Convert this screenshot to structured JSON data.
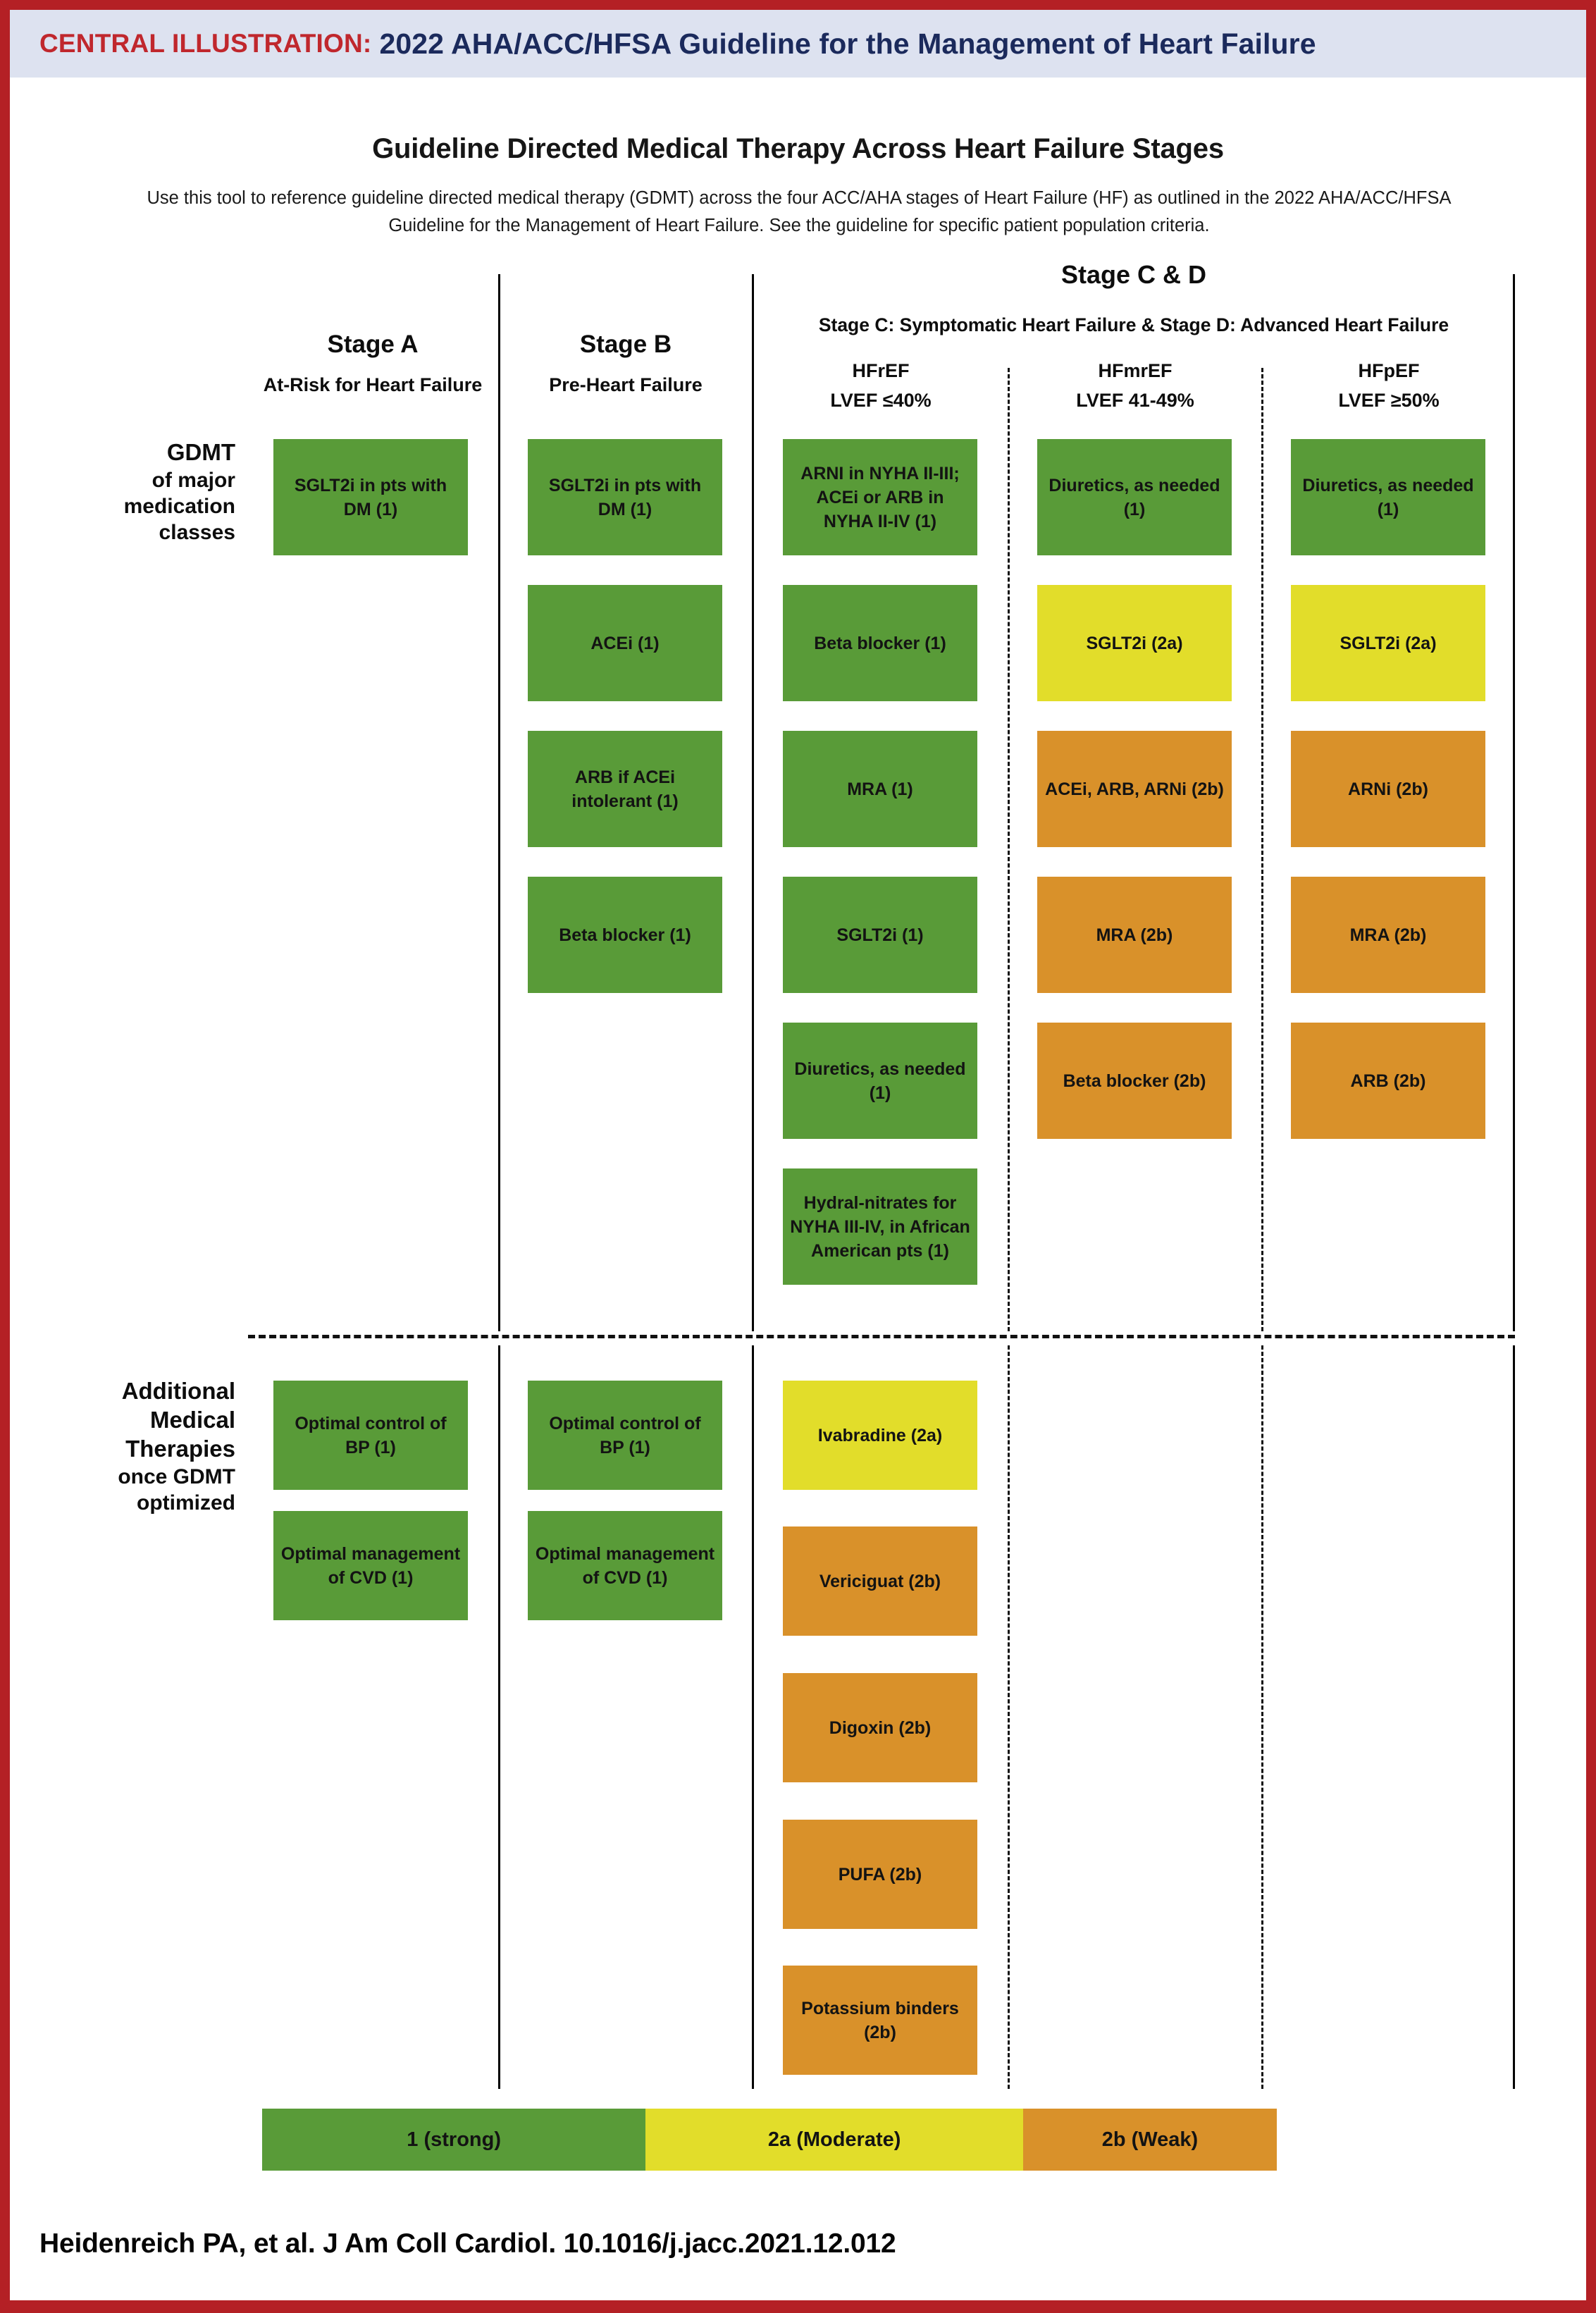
{
  "banner": {
    "label": "CENTRAL ILLUSTRATION:",
    "title": "2022 AHA/ACC/HFSA Guideline for the Management of Heart Failure",
    "bg_color": "#DDE2F0",
    "label_color": "#C0272D",
    "title_color": "#1B2A5C",
    "frame_color": "#B42025"
  },
  "chart_title": "Guideline Directed Medical Therapy Across Heart Failure Stages",
  "chart_subtitle": "Use this tool to reference guideline directed medical therapy (GDMT) across the four ACC/AHA stages of Heart Failure (HF) as outlined in the 2022 AHA/ACC/HFSA Guideline for the Management of Heart Failure. See the guideline for specific patient population criteria.",
  "columns": {
    "stage_a": {
      "name": "Stage A",
      "sub": "At-Risk for Heart Failure"
    },
    "stage_b": {
      "name": "Stage B",
      "sub": "Pre-Heart Failure"
    },
    "stage_cd": {
      "name": "Stage C & D",
      "sub": "Stage C: Symptomatic Heart Failure & Stage D: Advanced Heart Failure",
      "hfref": {
        "name": "HFrEF",
        "lvef": "LVEF ≤40%"
      },
      "hfmref": {
        "name": "HFmrEF",
        "lvef": "LVEF 41-49%"
      },
      "hfpef": {
        "name": "HFpEF",
        "lvef": "LVEF ≥50%"
      }
    }
  },
  "rows": {
    "gdmt": {
      "title": "GDMT",
      "sub1": "of major",
      "sub2": "medication",
      "sub3": "classes"
    },
    "additional": {
      "title1": "Additional",
      "title2": "Medical",
      "title3": "Therapies",
      "sub1": "once GDMT",
      "sub2": "optimized"
    }
  },
  "gdmt_boxes": {
    "stage_a": [
      {
        "text": "SGLT2i in pts with DM (1)",
        "class": "1"
      }
    ],
    "stage_b": [
      {
        "text": "SGLT2i in pts with DM (1)",
        "class": "1"
      },
      {
        "text": "ACEi (1)",
        "class": "1"
      },
      {
        "text": "ARB if ACEi intolerant (1)",
        "class": "1"
      },
      {
        "text": "Beta blocker (1)",
        "class": "1"
      }
    ],
    "hfref": [
      {
        "text": "ARNI in NYHA II-III; ACEi or ARB in NYHA II-IV (1)",
        "class": "1"
      },
      {
        "text": "Beta blocker (1)",
        "class": "1"
      },
      {
        "text": "MRA (1)",
        "class": "1"
      },
      {
        "text": "SGLT2i (1)",
        "class": "1"
      },
      {
        "text": "Diuretics, as needed (1)",
        "class": "1"
      },
      {
        "text": "Hydral-nitrates for NYHA III-IV, in African American pts (1)",
        "class": "1"
      }
    ],
    "hfmref": [
      {
        "text": "Diuretics, as needed (1)",
        "class": "1"
      },
      {
        "text": "SGLT2i (2a)",
        "class": "2a"
      },
      {
        "text": "ACEi, ARB, ARNi (2b)",
        "class": "2b"
      },
      {
        "text": "MRA (2b)",
        "class": "2b"
      },
      {
        "text": "Beta blocker (2b)",
        "class": "2b"
      }
    ],
    "hfpef": [
      {
        "text": "Diuretics, as needed (1)",
        "class": "1"
      },
      {
        "text": "SGLT2i (2a)",
        "class": "2a"
      },
      {
        "text": "ARNi (2b)",
        "class": "2b"
      },
      {
        "text": "MRA (2b)",
        "class": "2b"
      },
      {
        "text": "ARB (2b)",
        "class": "2b"
      }
    ]
  },
  "additional_boxes": {
    "stage_a": [
      {
        "text": "Optimal control of BP (1)",
        "class": "1"
      },
      {
        "text": "Optimal management of CVD (1)",
        "class": "1"
      }
    ],
    "stage_b": [
      {
        "text": "Optimal control of BP (1)",
        "class": "1"
      },
      {
        "text": "Optimal management of CVD (1)",
        "class": "1"
      }
    ],
    "hfref": [
      {
        "text": "Ivabradine (2a)",
        "class": "2a"
      },
      {
        "text": "Vericiguat (2b)",
        "class": "2b"
      },
      {
        "text": "Digoxin (2b)",
        "class": "2b"
      },
      {
        "text": "PUFA (2b)",
        "class": "2b"
      },
      {
        "text": "Potassium binders (2b)",
        "class": "2b"
      }
    ],
    "hfmref": [],
    "hfpef": []
  },
  "legend": {
    "items": [
      {
        "label": "1 (strong)",
        "class": "1",
        "color": "#599B38"
      },
      {
        "label": "2a (Moderate)",
        "class": "2a",
        "color": "#E2DD2A"
      },
      {
        "label": "2b (Weak)",
        "class": "2b",
        "color": "#D9912A"
      }
    ]
  },
  "citation": "Heidenreich PA, et al. J Am Coll Cardiol. 10.1016/j.jacc.2021.12.012"
}
